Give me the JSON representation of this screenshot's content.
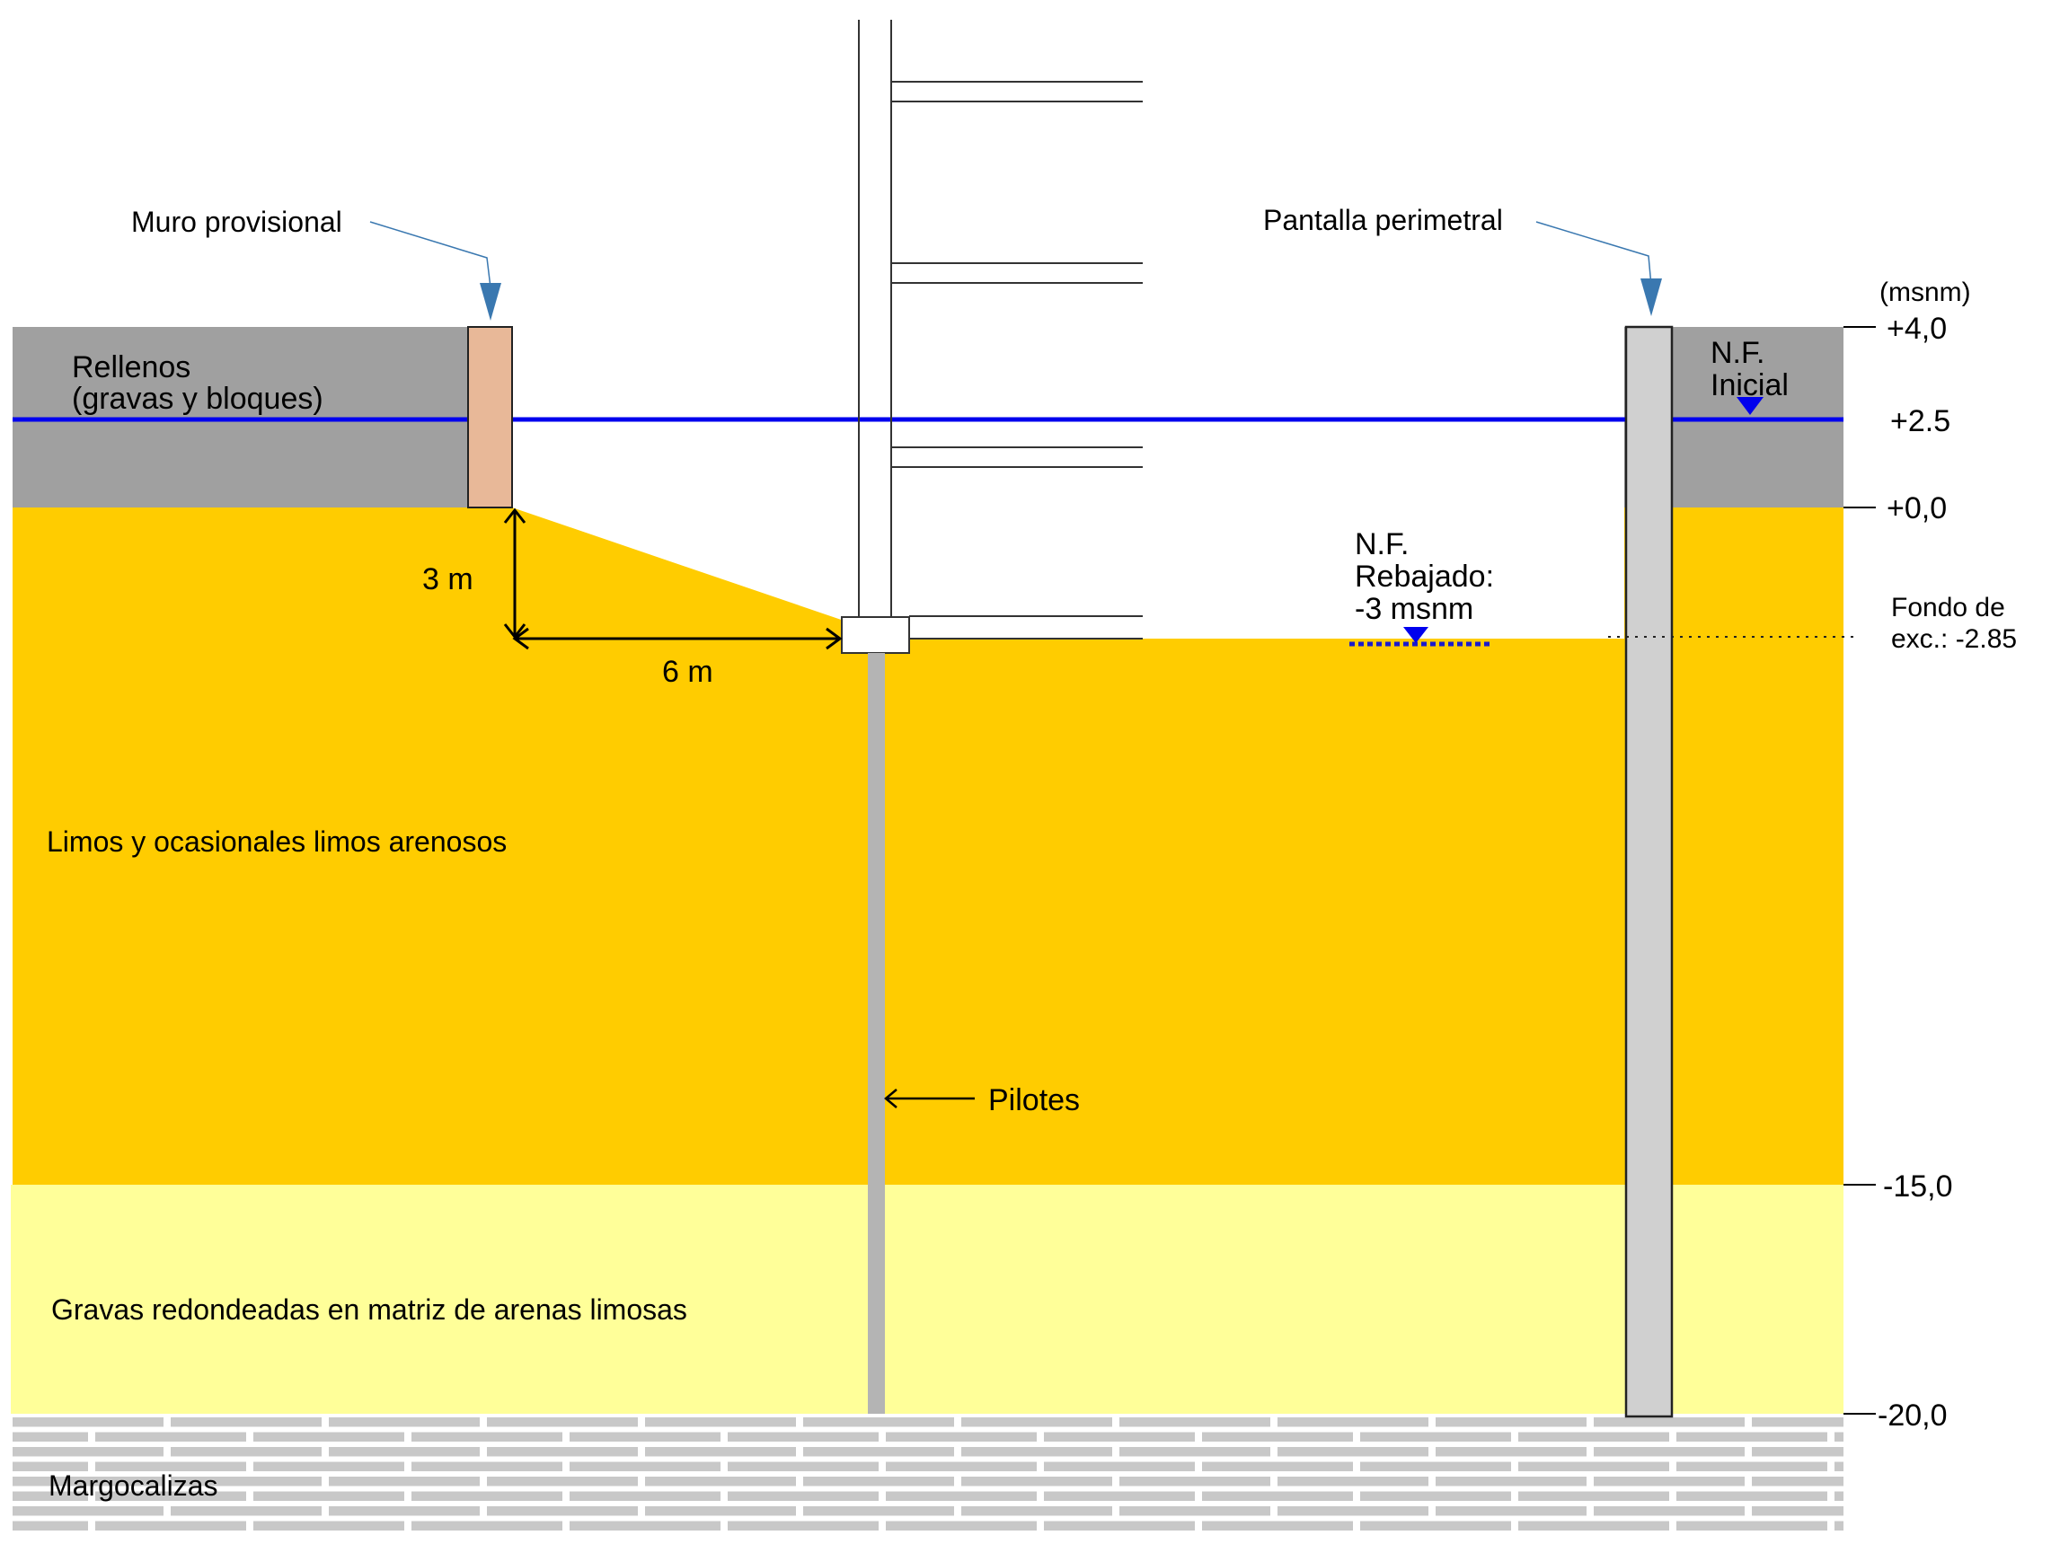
{
  "labels": {
    "muro_provisional": "Muro provisional",
    "pantalla_perimetral": "Pantalla perimetral",
    "rellenos_1": "Rellenos",
    "rellenos_2": "(gravas y bloques)",
    "nf_inicial_1": "N.F.",
    "nf_inicial_2": "Inicial",
    "nf_rebajado_1": "N.F.",
    "nf_rebajado_2": "Rebajado:",
    "nf_rebajado_3": "-3 msnm",
    "fondo_1": "Fondo de",
    "fondo_2": "exc.: -2.85",
    "dim_vertical": "3 m",
    "dim_horizontal": "6 m",
    "pilotes": "Pilotes",
    "limos": "Limos y ocasionales limos arenosos",
    "gravas": "Gravas redondeadas en matriz de arenas limosas",
    "margocalizas": "Margocalizas"
  },
  "elevation_scale": {
    "unit_label": "(msnm)",
    "ticks": [
      {
        "value": 4.0,
        "label": "+4,0"
      },
      {
        "value": 2.5,
        "label": "+2.5"
      },
      {
        "value": 0.0,
        "label": "+0,0"
      },
      {
        "value": -15.0,
        "label": "-15,0"
      },
      {
        "value": -20.0,
        "label": "-20,0"
      }
    ]
  },
  "colors": {
    "rellenos": "#a0a0a0",
    "limos": "#ffcc00",
    "gravas": "#ffff99",
    "margocalizas": "#c8c8c8",
    "water_line": "#0000ee",
    "muro": "#e8b898",
    "pantalla": "#d0d0d0",
    "pilote": "#b4b4b4",
    "leader": "#3a78b0"
  }
}
